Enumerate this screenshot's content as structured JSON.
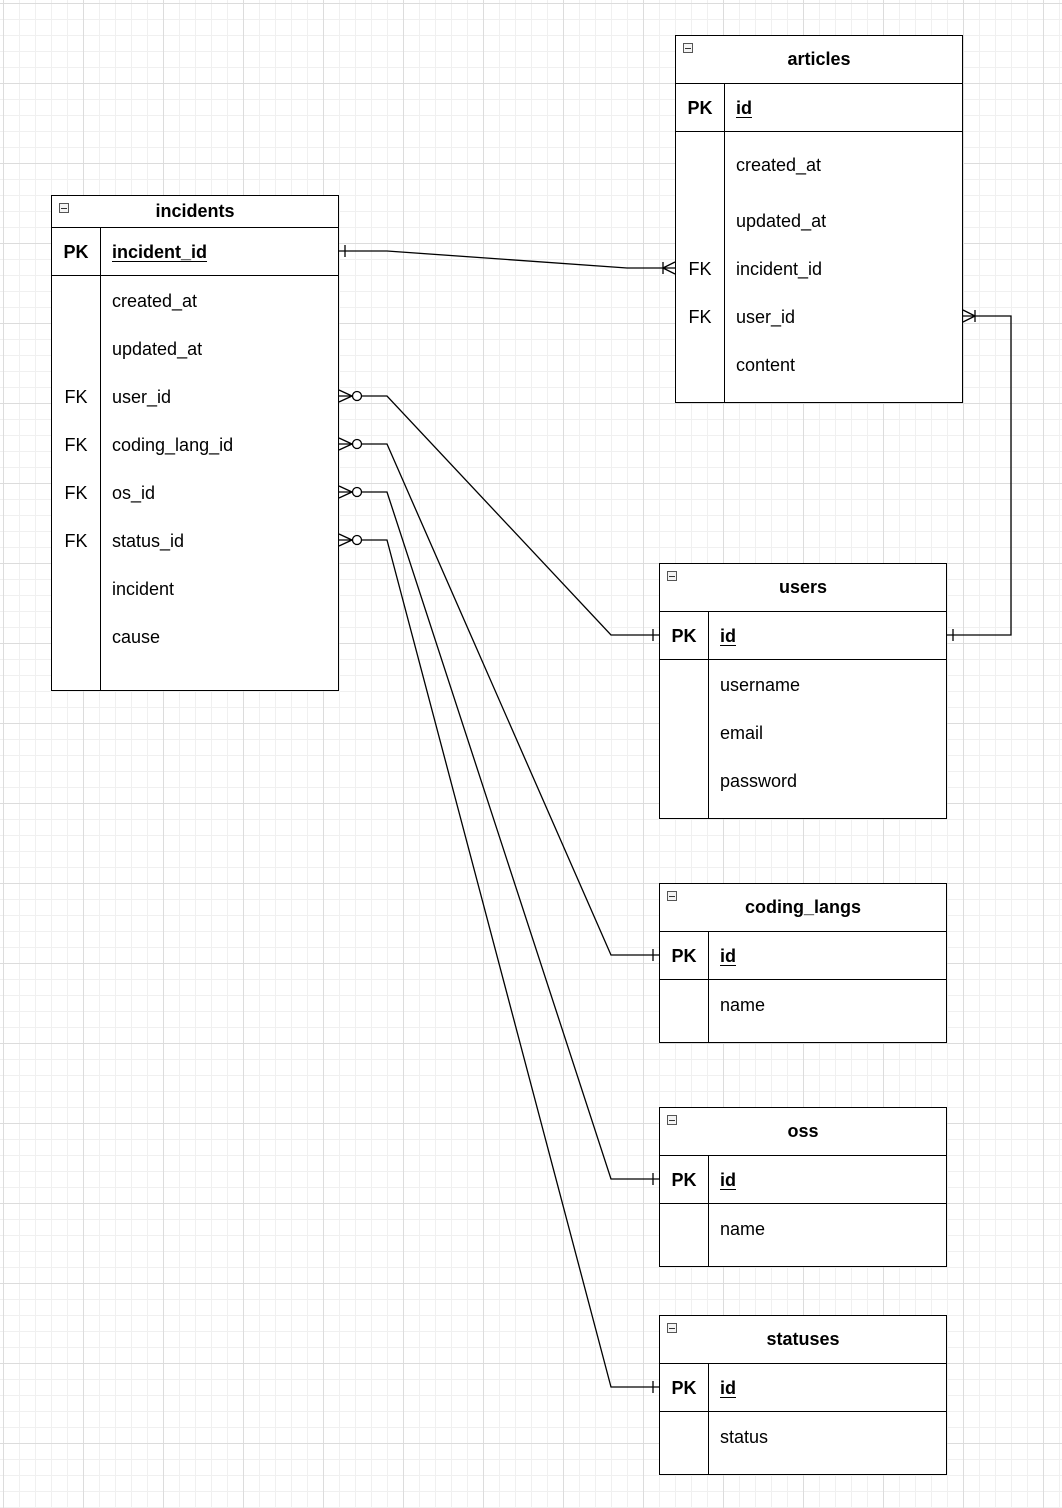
{
  "diagram": {
    "entities": [
      {
        "id": "incidents",
        "name": "incidents",
        "pk": {
          "key": "PK",
          "name": "incident_id"
        },
        "fields": [
          {
            "key": "",
            "name": "created_at"
          },
          {
            "key": "",
            "name": "updated_at"
          },
          {
            "key": "FK",
            "name": "user_id"
          },
          {
            "key": "FK",
            "name": "coding_lang_id"
          },
          {
            "key": "FK",
            "name": "os_id"
          },
          {
            "key": "FK",
            "name": "status_id"
          },
          {
            "key": "",
            "name": "incident"
          },
          {
            "key": "",
            "name": "cause"
          }
        ]
      },
      {
        "id": "articles",
        "name": "articles",
        "pk": {
          "key": "PK",
          "name": "id"
        },
        "fields": [
          {
            "key": "",
            "name": "created_at"
          },
          {
            "key": "",
            "name": "updated_at"
          },
          {
            "key": "FK",
            "name": "incident_id"
          },
          {
            "key": "FK",
            "name": "user_id"
          },
          {
            "key": "",
            "name": "content"
          }
        ]
      },
      {
        "id": "users",
        "name": "users",
        "pk": {
          "key": "PK",
          "name": "id"
        },
        "fields": [
          {
            "key": "",
            "name": "username"
          },
          {
            "key": "",
            "name": "email"
          },
          {
            "key": "",
            "name": "password"
          }
        ]
      },
      {
        "id": "coding_langs",
        "name": "coding_langs",
        "pk": {
          "key": "PK",
          "name": "id"
        },
        "fields": [
          {
            "key": "",
            "name": "name"
          }
        ]
      },
      {
        "id": "oss",
        "name": "oss",
        "pk": {
          "key": "PK",
          "name": "id"
        },
        "fields": [
          {
            "key": "",
            "name": "name"
          }
        ]
      },
      {
        "id": "statuses",
        "name": "statuses",
        "pk": {
          "key": "PK",
          "name": "id"
        },
        "fields": [
          {
            "key": "",
            "name": "status"
          }
        ]
      }
    ],
    "relationships": [
      {
        "from": "incidents.incident_id",
        "to": "articles.incident_id",
        "from_cardinality": "one",
        "to_cardinality": "one-or-many"
      },
      {
        "from": "incidents.user_id",
        "to": "users.id",
        "from_cardinality": "zero-or-many",
        "to_cardinality": "one"
      },
      {
        "from": "incidents.coding_lang_id",
        "to": "coding_langs.id",
        "from_cardinality": "zero-or-many",
        "to_cardinality": "one"
      },
      {
        "from": "incidents.os_id",
        "to": "oss.id",
        "from_cardinality": "zero-or-many",
        "to_cardinality": "one"
      },
      {
        "from": "incidents.status_id",
        "to": "statuses.id",
        "from_cardinality": "zero-or-many",
        "to_cardinality": "one"
      },
      {
        "from": "articles.user_id",
        "to": "users.id",
        "from_cardinality": "one-or-many",
        "to_cardinality": "one"
      }
    ],
    "icons": {
      "collapse": "collapse-icon"
    }
  }
}
